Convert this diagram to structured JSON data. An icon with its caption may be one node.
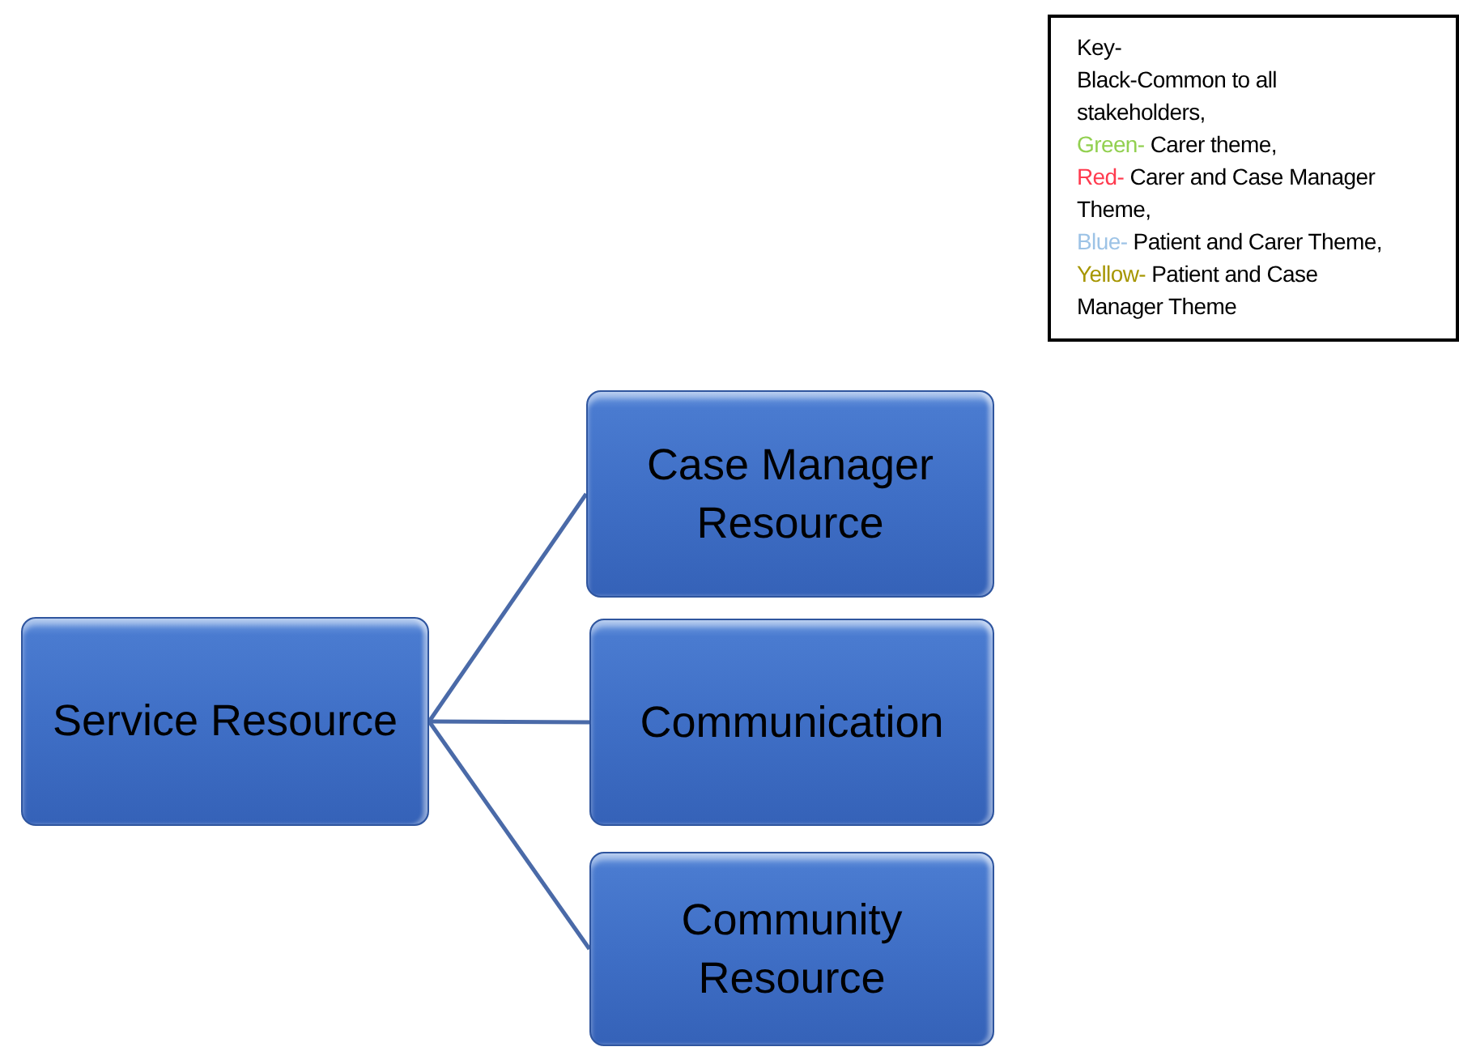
{
  "diagram": {
    "nodes": [
      {
        "text": [
          "Service Resource"
        ]
      },
      {
        "text": [
          "Case Manager Resource"
        ]
      },
      {
        "text": [
          "Communication"
        ]
      },
      {
        "text": [
          "Community Resource"
        ]
      }
    ],
    "edges": [
      {
        "from": 0,
        "to": 1,
        "arrow": "none"
      },
      {
        "from": 0,
        "to": 2,
        "arrow": "none"
      },
      {
        "from": 0,
        "to": 3,
        "arrow": "none"
      }
    ],
    "labels": [
      "Key-"
    ],
    "legend": [
      {
        "text": "Black-Common to all stakeholders,",
        "color": "#000000"
      },
      {
        "text": "Green- Carer theme,",
        "color": "#92d050"
      },
      {
        "text": "Red- Carer and Case Manager Theme,",
        "color": "#ff3b4f"
      },
      {
        "text": "Blue- Patient and Carer Theme,",
        "color": "#9dc3e6"
      },
      {
        "text": "Yellow- Patient and Case Manager Theme",
        "color": "#a69600"
      }
    ]
  }
}
